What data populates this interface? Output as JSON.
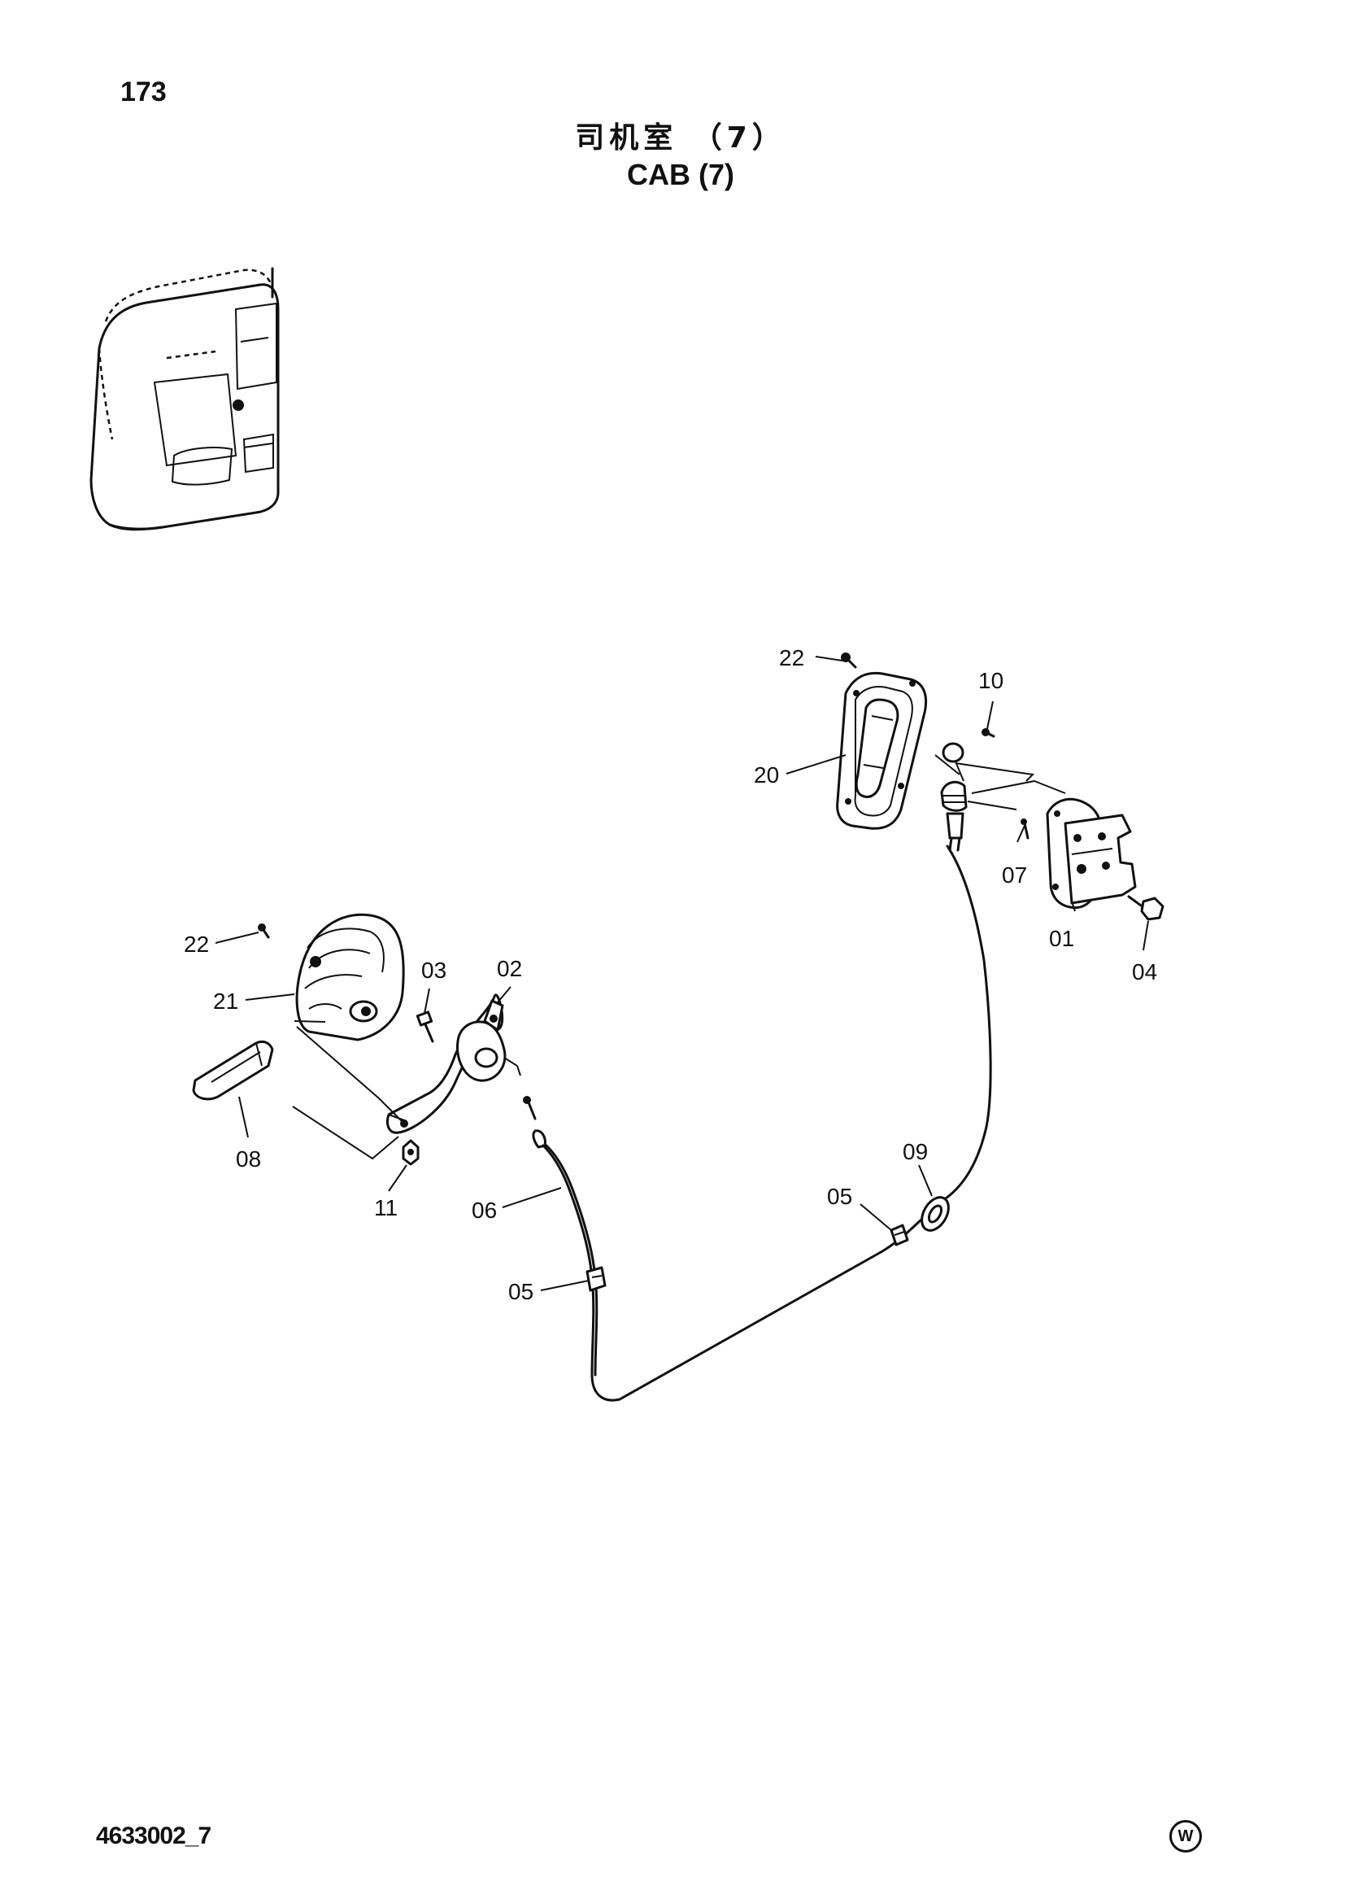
{
  "page": {
    "number": "173",
    "title_cn": "司机室 （7）",
    "title_en": "CAB (7)",
    "drawing_code": "4633002_7",
    "mark": "W"
  },
  "callouts": {
    "c01": "01",
    "c02": "02",
    "c03": "03",
    "c04": "04",
    "c05a": "05",
    "c05b": "05",
    "c06": "06",
    "c07": "07",
    "c08": "08",
    "c09": "09",
    "c10": "10",
    "c11": "11",
    "c20": "20",
    "c21": "21",
    "c22a": "22",
    "c22b": "22"
  }
}
